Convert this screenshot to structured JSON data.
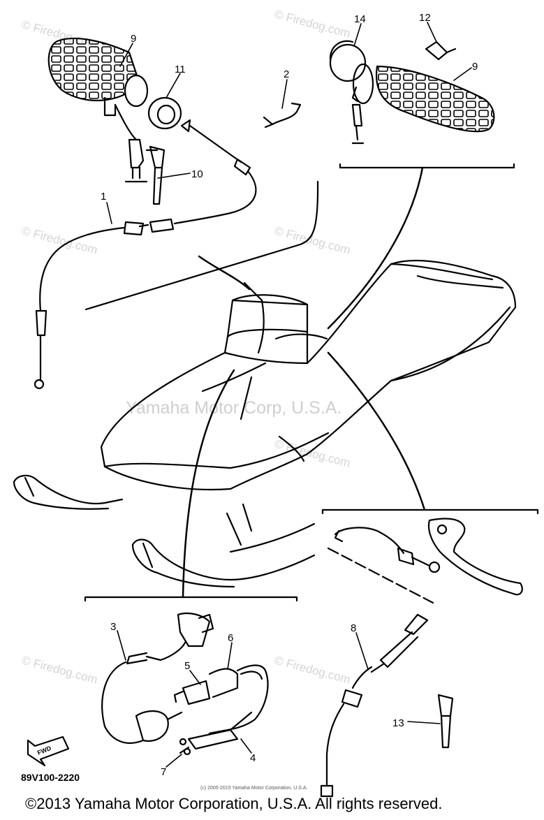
{
  "diagram_code": "89V100-2220",
  "copyright": "©2013 Yamaha Motor Corporation, U.S.A. All rights reserved.",
  "small_notice": "(c) 2005-2015 Yamaha Motor Corporation, U.S.A.",
  "watermark_center": "Yamaha Motor Corp, U.S.A.",
  "watermark_firedog": "© Firedog.com",
  "fwd_label": "FWD",
  "callouts": {
    "p1": "1",
    "p2": "2",
    "p3": "3",
    "p4": "4",
    "p5": "5",
    "p6": "6",
    "p7": "7",
    "p8": "8",
    "p9_left": "9",
    "p9_right": "9",
    "p10": "10",
    "p11": "11",
    "p12": "12",
    "p13": "13",
    "p14": "14"
  },
  "colors": {
    "line": "#000000",
    "watermark": "#cfcfcf",
    "background": "#ffffff"
  }
}
